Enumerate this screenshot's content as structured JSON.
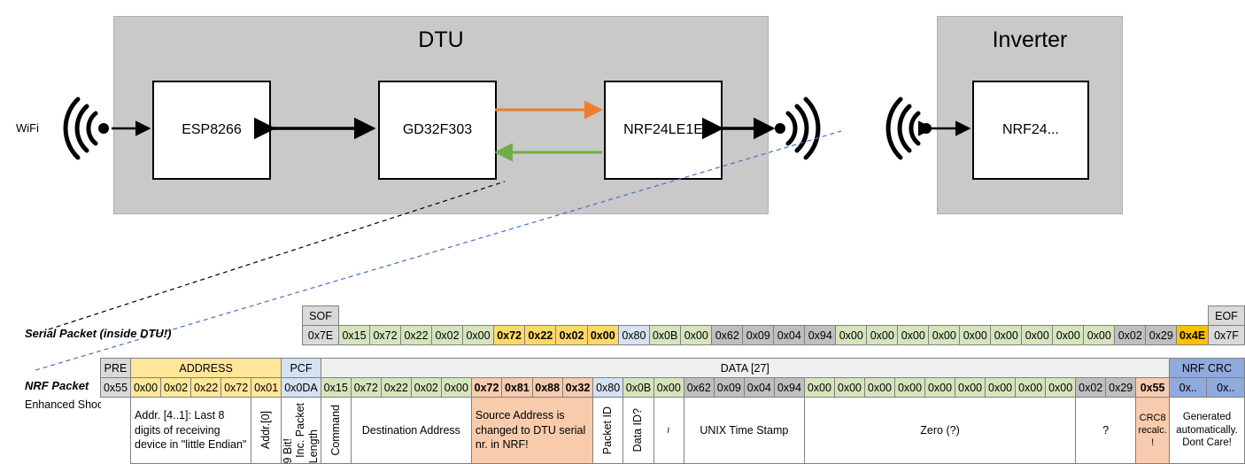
{
  "diagram": {
    "dtu": {
      "title": "DTU",
      "chips": [
        {
          "name": "ESP8266"
        },
        {
          "name": "GD32F303"
        },
        {
          "name": "NRF24LE1E"
        }
      ],
      "wifi_label": "WiFi",
      "arrow_orange_note": "GD32F303 to NRF24LE1E",
      "arrow_green_note": "NRF24LE1E to GD32F303"
    },
    "inverter": {
      "title": "Inverter",
      "chips": [
        {
          "name": "NRF24..."
        }
      ]
    },
    "colors": {
      "enclosure": "#c9c9c9",
      "arrow_tx": "#ed7d31",
      "arrow_rx": "#70ad47",
      "callout_serial": "#000000",
      "callout_nrf": "#4472c4"
    }
  },
  "packets": {
    "serial": {
      "row_label": "Serial Packet (inside DTU!)",
      "sof_header": "SOF",
      "eof_header": "EOF",
      "sof_value": "0x7E",
      "eof_value": "0x7F",
      "bytes": [
        {
          "v": "0x15",
          "c": "c-green"
        },
        {
          "v": "0x72",
          "c": "c-green"
        },
        {
          "v": "0x22",
          "c": "c-green"
        },
        {
          "v": "0x02",
          "c": "c-green"
        },
        {
          "v": "0x00",
          "c": "c-green"
        },
        {
          "v": "0x72",
          "c": "c-gold"
        },
        {
          "v": "0x22",
          "c": "c-gold"
        },
        {
          "v": "0x02",
          "c": "c-gold"
        },
        {
          "v": "0x00",
          "c": "c-gold"
        },
        {
          "v": "0x80",
          "c": "c-blue"
        },
        {
          "v": "0x0B",
          "c": "c-green"
        },
        {
          "v": "0x00",
          "c": "c-green"
        },
        {
          "v": "0x62",
          "c": "c-dgray"
        },
        {
          "v": "0x09",
          "c": "c-dgray"
        },
        {
          "v": "0x04",
          "c": "c-dgray"
        },
        {
          "v": "0x94",
          "c": "c-dgray"
        },
        {
          "v": "0x00",
          "c": "c-green"
        },
        {
          "v": "0x00",
          "c": "c-green"
        },
        {
          "v": "0x00",
          "c": "c-green"
        },
        {
          "v": "0x00",
          "c": "c-green"
        },
        {
          "v": "0x00",
          "c": "c-green"
        },
        {
          "v": "0x00",
          "c": "c-green"
        },
        {
          "v": "0x00",
          "c": "c-green"
        },
        {
          "v": "0x00",
          "c": "c-green"
        },
        {
          "v": "0x00",
          "c": "c-green"
        },
        {
          "v": "0x02",
          "c": "c-dgray"
        },
        {
          "v": "0x29",
          "c": "c-dgray"
        },
        {
          "v": "0x4E",
          "c": "c-orange"
        }
      ]
    },
    "nrf": {
      "row_label": "NRF Packet",
      "sub_label": "Enhanced Shockburst",
      "headers": {
        "pre": "PRE",
        "address": "ADDRESS",
        "pcf": "PCF",
        "data": "DATA [27]",
        "crc": "NRF CRC"
      },
      "pre_value": "0x55",
      "address_values": [
        "0x00",
        "0x02",
        "0x22",
        "0x72",
        "0x01"
      ],
      "pcf_value": "0x0DA",
      "bytes": [
        {
          "v": "0x15",
          "c": "c-green"
        },
        {
          "v": "0x72",
          "c": "c-green"
        },
        {
          "v": "0x22",
          "c": "c-green"
        },
        {
          "v": "0x02",
          "c": "c-green"
        },
        {
          "v": "0x00",
          "c": "c-green"
        },
        {
          "v": "0x72",
          "c": "c-salmonb"
        },
        {
          "v": "0x81",
          "c": "c-salmonb"
        },
        {
          "v": "0x88",
          "c": "c-salmonb"
        },
        {
          "v": "0x32",
          "c": "c-salmonb"
        },
        {
          "v": "0x80",
          "c": "c-blue"
        },
        {
          "v": "0x0B",
          "c": "c-green"
        },
        {
          "v": "0x00",
          "c": "c-green"
        },
        {
          "v": "0x62",
          "c": "c-dgray"
        },
        {
          "v": "0x09",
          "c": "c-dgray"
        },
        {
          "v": "0x04",
          "c": "c-dgray"
        },
        {
          "v": "0x94",
          "c": "c-dgray"
        },
        {
          "v": "0x00",
          "c": "c-green"
        },
        {
          "v": "0x00",
          "c": "c-green"
        },
        {
          "v": "0x00",
          "c": "c-green"
        },
        {
          "v": "0x00",
          "c": "c-green"
        },
        {
          "v": "0x00",
          "c": "c-green"
        },
        {
          "v": "0x00",
          "c": "c-green"
        },
        {
          "v": "0x00",
          "c": "c-green"
        },
        {
          "v": "0x00",
          "c": "c-green"
        },
        {
          "v": "0x00",
          "c": "c-green"
        },
        {
          "v": "0x02",
          "c": "c-dgray"
        },
        {
          "v": "0x29",
          "c": "c-dgray"
        },
        {
          "v": "0x55",
          "c": "c-salmonb"
        }
      ],
      "crc_values": [
        "0x..",
        "0x.."
      ],
      "descriptions": {
        "address": "Addr. [4..1]:\nLast 8 digits of receiving device in \"little Endian\"",
        "addr0": "Addr.[0]",
        "pcf_a": "9 Bit!",
        "pcf_b": "Inc. Packet",
        "pcf_c": "Length",
        "command": "Command",
        "destination": "Destination Address",
        "source": "Source Address is changed to DTU serial nr. in NRF!",
        "packet_id": "Packet ID",
        "data_id": "Data ID?",
        "tilde": "~",
        "timestamp": "UNIX Time Stamp",
        "zero": "Zero (?)",
        "question": "?",
        "crc8": "CRC8 recalc. !",
        "crc_note": "Generated automatically. Dont Care!"
      }
    }
  }
}
